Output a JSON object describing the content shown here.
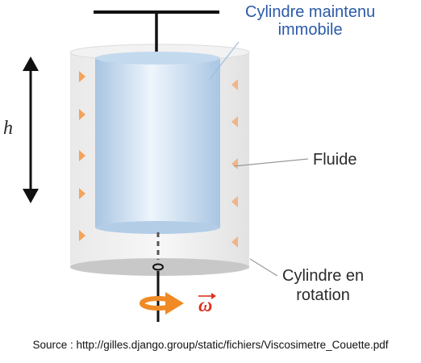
{
  "labels": {
    "inner_cylinder_line1": "Cylindre maintenu",
    "inner_cylinder_line2": "immobile",
    "fluid": "Fluide",
    "outer_cylinder_line1": "Cylindre en",
    "outer_cylinder_line2": "rotation",
    "height_symbol": "h",
    "omega_symbol": "ω"
  },
  "source": "Source : http://gilles.django.group/static/fichiers/Viscosimetre_Couette.pdf",
  "colors": {
    "label_blue": "#2a5aa8",
    "outer_cylinder": "#e6e6e6",
    "inner_cylinder": "#b9d3ea",
    "rotation_arrow": "#f08a24",
    "omega": "#e0301e",
    "fluid_arrows_left": "#f4a35a",
    "fluid_arrows_right": "#efb58a"
  }
}
